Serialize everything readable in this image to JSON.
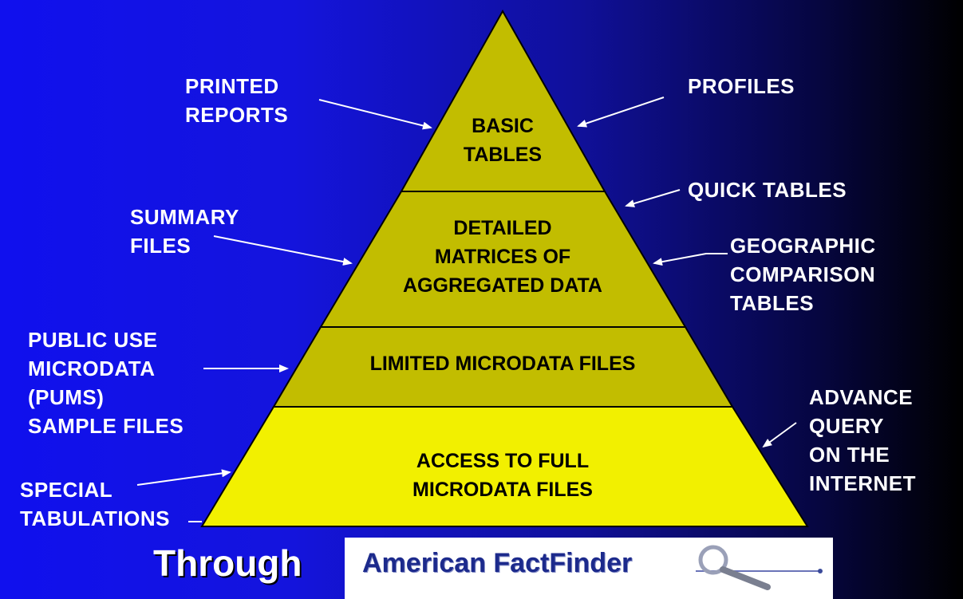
{
  "labels": {
    "printed_reports": "PRINTED\nREPORTS",
    "profiles": "PROFILES",
    "quick_tables": "QUICK TABLES",
    "summary_files": "SUMMARY\nFILES",
    "geographic_comparison": "GEOGRAPHIC\nCOMPARISON\nTABLES",
    "pums": "PUBLIC USE\nMICRODATA\n(PUMS)\nSAMPLE FILES",
    "advance_query": "ADVANCE\nQUERY\nON THE\nINTERNET",
    "special_tabulations": "SPECIAL\nTABULATIONS"
  },
  "tiers": {
    "basic": "BASIC\nTABLES",
    "detailed": "DETAILED\nMATRICES OF\nAGGREGATED DATA",
    "limited": "LIMITED MICRODATA FILES",
    "full": "ACCESS TO FULL\nMICRODATA FILES"
  },
  "footer": {
    "through": "Through",
    "logo_text": "American FactFinder"
  },
  "colors": {
    "tier_olive": "#c2bd00",
    "tier_yellow": "#f2f000",
    "text_white": "#ffffff"
  }
}
